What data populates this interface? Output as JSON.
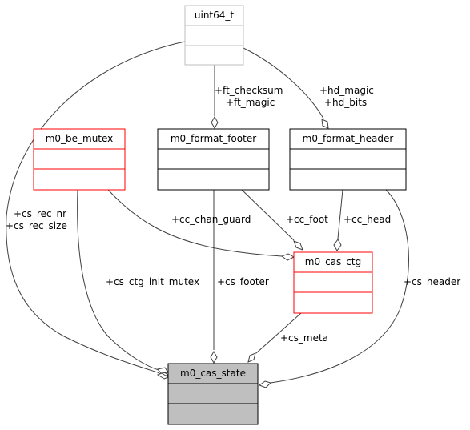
{
  "classes": {
    "uint64_t": "uint64_t",
    "m0_be_mutex": "m0_be_mutex",
    "m0_format_footer": "m0_format_footer",
    "m0_format_header": "m0_format_header",
    "m0_cas_ctg": "m0_cas_ctg",
    "m0_cas_state": "m0_cas_state"
  },
  "edges": {
    "cs_rec_nr": "+cs_rec_nr",
    "cs_rec_size": "+cs_rec_size",
    "ft_checksum": "+ft_checksum",
    "ft_magic": "+ft_magic",
    "hd_magic": "+hd_magic",
    "hd_bits": "+hd_bits",
    "cc_chan_guard": "+cc_chan_guard",
    "cc_foot": "+cc_foot",
    "cc_head": "+cc_head",
    "cs_ctg_init_mutex": "+cs_ctg_init_mutex",
    "cs_footer": "+cs_footer",
    "cs_header": "+cs_header",
    "cs_meta": "+cs_meta"
  },
  "colors": {
    "normal_border": "#000000",
    "gray_border": "#bfbfbf",
    "red_border": "#ff0000",
    "highlight_fill": "#bfbfbf",
    "edge": "#404040"
  }
}
